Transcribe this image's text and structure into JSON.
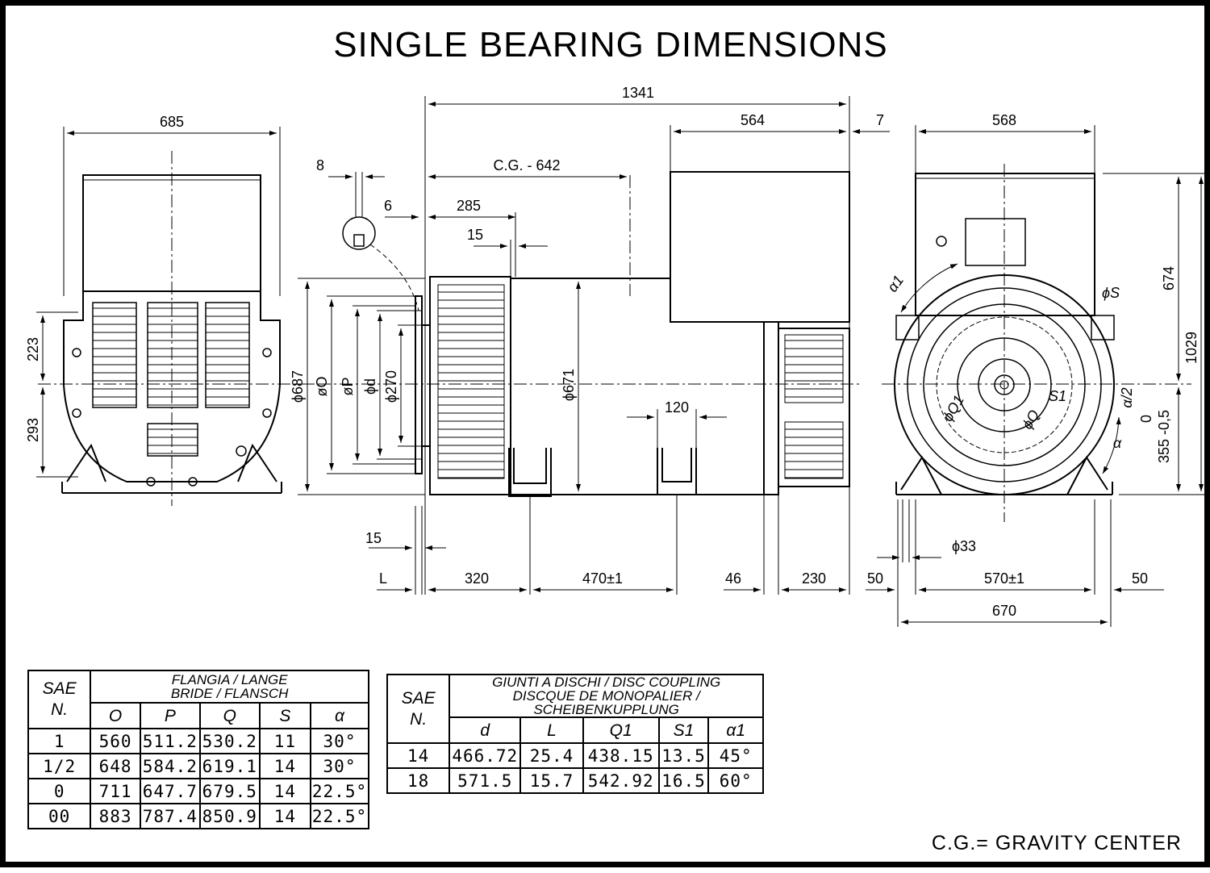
{
  "title": "SINGLE BEARING DIMENSIONS",
  "footnote": "C.G.= GRAVITY CENTER",
  "dimensions": {
    "front_width": "685",
    "front_upper": "223",
    "front_lower": "293",
    "overall_length": "1341",
    "cg": "C.G. - 642",
    "d8": "8",
    "d6": "6",
    "d285": "285",
    "d15_top": "15",
    "d564": "564",
    "d7": "7",
    "side_width": "568",
    "h674": "674",
    "h1029": "1029",
    "dia687": "ϕ687",
    "diaO": "øO",
    "diaP": "øP",
    "diad": "ϕd",
    "dia270": "ϕ270",
    "dia671": "ϕ671",
    "d120": "120",
    "d15_bottom": "15",
    "L": "L",
    "d320": "320",
    "d470": "470±1",
    "d46": "46",
    "d230": "230",
    "d50_left": "50",
    "d570": "570±1",
    "d50_right": "50",
    "d670": "670",
    "dia33": "ϕ33",
    "alpha1": "α1",
    "phiS": "ϕS",
    "S1": "S1",
    "alpha_half": "α/2",
    "alpha": "α",
    "phiQ1": "ϕQ1",
    "phiQ": "ϕQ",
    "h355": "355 -0,5",
    "h355_upper": "0"
  },
  "flange_table": {
    "sae_label": "SAE",
    "n_label": "N.",
    "header_line1": "FLANGIA / LANGE",
    "header_line2": "BRIDE / FLANSCH",
    "columns": [
      "O",
      "P",
      "Q",
      "S",
      "α"
    ],
    "rows": [
      {
        "sae": "1",
        "O": "560",
        "P": "511.2",
        "Q": "530.2",
        "S": "11",
        "a": "30°"
      },
      {
        "sae": "1/2",
        "O": "648",
        "P": "584.2",
        "Q": "619.1",
        "S": "14",
        "a": "30°"
      },
      {
        "sae": "0",
        "O": "711",
        "P": "647.7",
        "Q": "679.5",
        "S": "14",
        "a": "22.5°"
      },
      {
        "sae": "00",
        "O": "883",
        "P": "787.4",
        "Q": "850.9",
        "S": "14",
        "a": "22.5°"
      }
    ]
  },
  "coupling_table": {
    "sae_label": "SAE",
    "n_label": "N.",
    "header_line1": "GIUNTI A DISCHI / DISC COUPLING",
    "header_line2": "DISCQUE DE MONOPALIER / SCHEIBENKUPPLUNG",
    "columns": [
      "d",
      "L",
      "Q1",
      "S1",
      "α1"
    ],
    "rows": [
      {
        "sae": "14",
        "d": "466.72",
        "L": "25.4",
        "Q1": "438.15",
        "S1": "13.5",
        "a1": "45°"
      },
      {
        "sae": "18",
        "d": "571.5",
        "L": "15.7",
        "Q1": "542.92",
        "S1": "16.5",
        "a1": "60°"
      }
    ]
  }
}
